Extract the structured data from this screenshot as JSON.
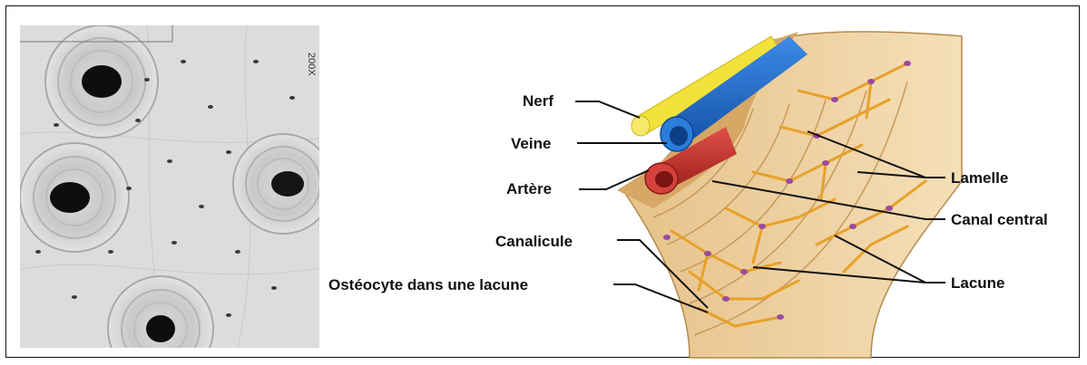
{
  "micrograph": {
    "scale_text": "200X"
  },
  "diagram": {
    "labels": {
      "nerf": "Nerf",
      "veine": "Veine",
      "artere": "Artère",
      "canalicule": "Canalicule",
      "osteocyte": "Ostéocyte dans une lacune",
      "lamelle": "Lamelle",
      "canal_central": "Canal central",
      "lacune": "Lacune"
    }
  },
  "colors": {
    "nerve": "#f2e13a",
    "vein": "#1e6fd0",
    "artery": "#c4302b",
    "bone": "#f1d6a8",
    "canaliculi": "#e7a12a",
    "osteocyte": "#9a4aa0"
  }
}
